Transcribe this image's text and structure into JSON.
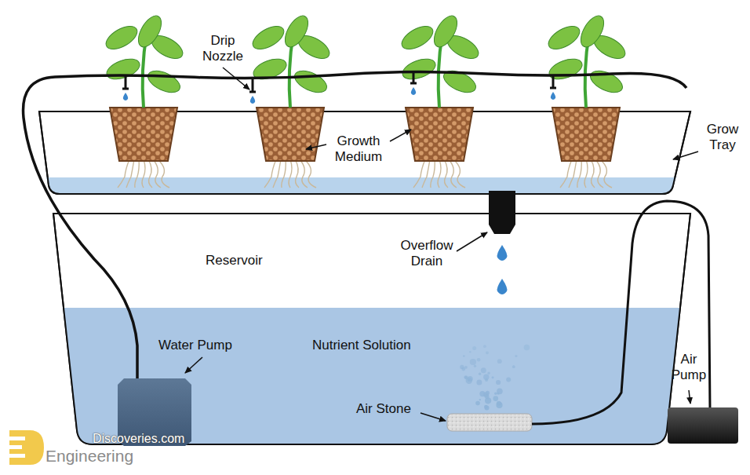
{
  "diagram": {
    "labels": [
      "Drip Nozzle",
      "Growth Medium",
      "Grow Tray",
      "Reservoir",
      "Overflow Drain",
      "Water Pump",
      "Nutrient Solution",
      "Air Stone",
      "Air Pump",
      "Discoveries.com",
      "Engineering"
    ]
  }
}
